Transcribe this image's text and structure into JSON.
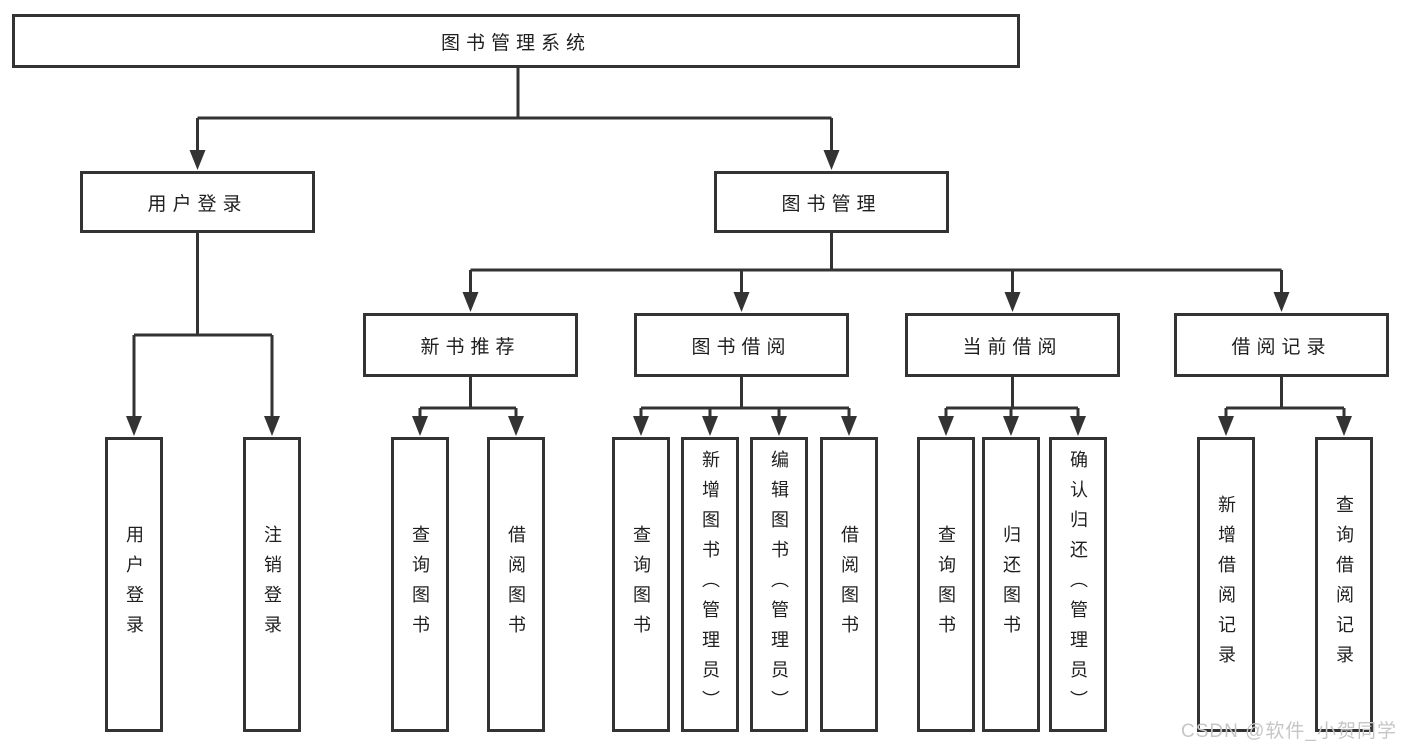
{
  "nodes": {
    "root": {
      "label": "图书管理系统"
    },
    "login": {
      "label": "用户登录",
      "children": [
        {
          "label": "用户登录"
        },
        {
          "label": "注销登录"
        }
      ]
    },
    "mgmt": {
      "label": "图书管理",
      "children": [
        {
          "label": "新书推荐",
          "children": [
            {
              "label": "查询图书"
            },
            {
              "label": "借阅图书"
            }
          ]
        },
        {
          "label": "图书借阅",
          "children": [
            {
              "label": "查询图书"
            },
            {
              "label": "新增图书（管理员）"
            },
            {
              "label": "编辑图书（管理员）"
            },
            {
              "label": "借阅图书"
            }
          ]
        },
        {
          "label": "当前借阅",
          "children": [
            {
              "label": "查询图书"
            },
            {
              "label": "归还图书"
            },
            {
              "label": "确认归还（管理员）"
            }
          ]
        },
        {
          "label": "借阅记录",
          "children": [
            {
              "label": "新增借阅记录"
            },
            {
              "label": "查询借阅记录"
            }
          ]
        }
      ]
    }
  },
  "watermark": {
    "text": "CSDN @软件_小贺同学"
  },
  "colors": {
    "line": "#333333",
    "text": "#1f1f1f",
    "background": "#ffffff",
    "watermark": "#c6c6c6"
  }
}
